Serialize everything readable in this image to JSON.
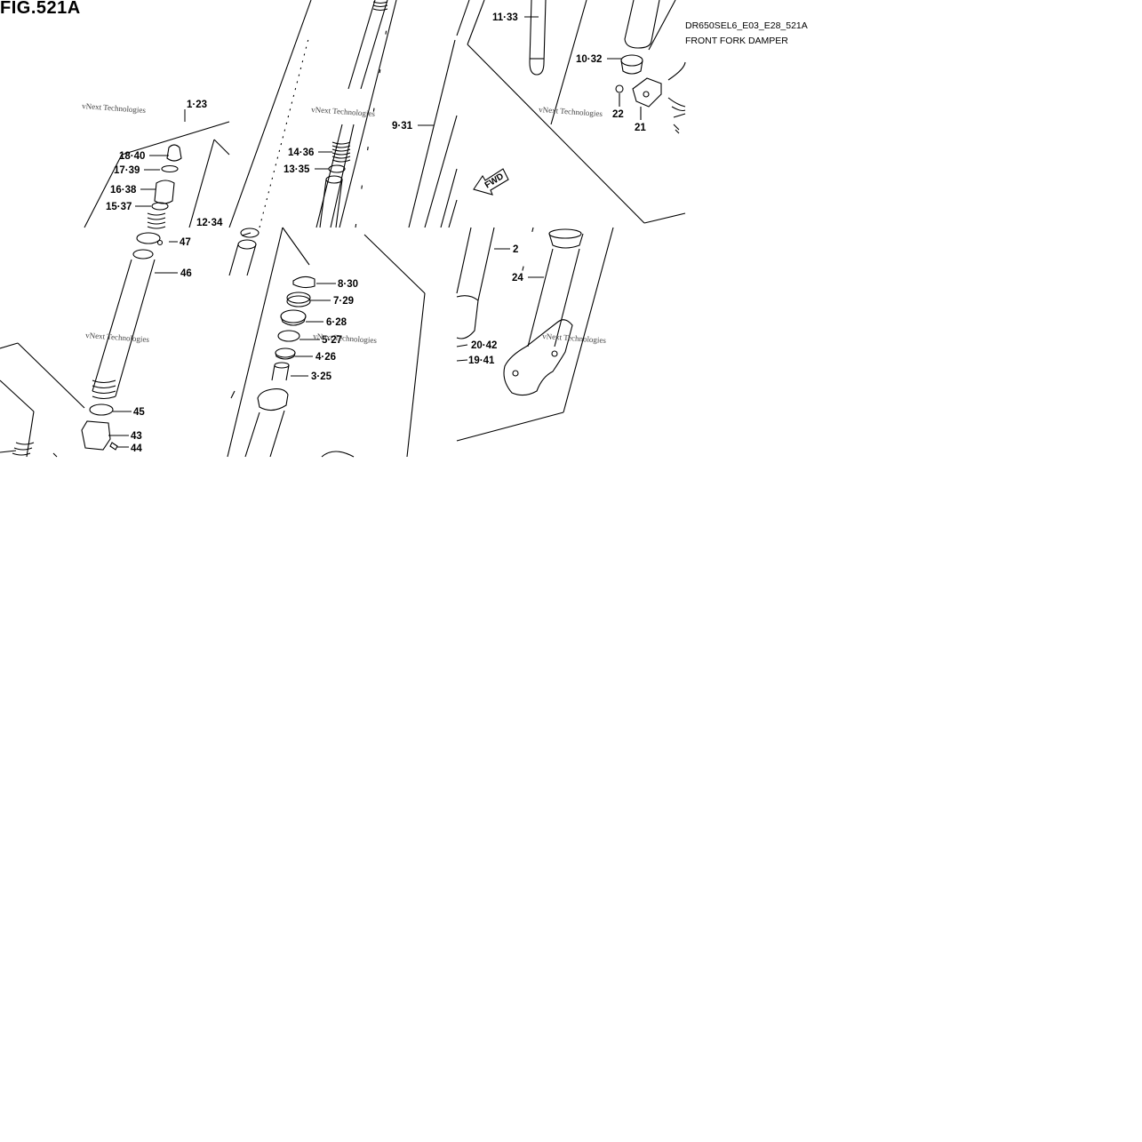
{
  "figure": {
    "title": "FIG.521A",
    "code": "DR650SEL6_E03_E28_521A",
    "description": "FRONT FORK DAMPER"
  },
  "watermark": "vNext Technologies",
  "fwd_label": "FWD",
  "callouts": [
    {
      "id": "c-1-23",
      "text": "1·23"
    },
    {
      "id": "c-18-40",
      "text": "18·40"
    },
    {
      "id": "c-17-39",
      "text": "17·39"
    },
    {
      "id": "c-16-38",
      "text": "16·38"
    },
    {
      "id": "c-15-37",
      "text": "15·37"
    },
    {
      "id": "c-12-34",
      "text": "12·34"
    },
    {
      "id": "c-47",
      "text": "47"
    },
    {
      "id": "c-46",
      "text": "46"
    },
    {
      "id": "c-45",
      "text": "45"
    },
    {
      "id": "c-43",
      "text": "43"
    },
    {
      "id": "c-44",
      "text": "44"
    },
    {
      "id": "c-14-36",
      "text": "14·36"
    },
    {
      "id": "c-13-35",
      "text": "13·35"
    },
    {
      "id": "c-9-31",
      "text": "9·31"
    },
    {
      "id": "c-11-33",
      "text": "11·33"
    },
    {
      "id": "c-10-32",
      "text": "10·32"
    },
    {
      "id": "c-22",
      "text": "22"
    },
    {
      "id": "c-21",
      "text": "21"
    },
    {
      "id": "c-8-30",
      "text": "8·30"
    },
    {
      "id": "c-7-29",
      "text": "7·29"
    },
    {
      "id": "c-6-28",
      "text": "6·28"
    },
    {
      "id": "c-5-27",
      "text": "5·27"
    },
    {
      "id": "c-4-26",
      "text": "4·26"
    },
    {
      "id": "c-3-25",
      "text": "3·25"
    },
    {
      "id": "c-2",
      "text": "2"
    },
    {
      "id": "c-24",
      "text": "24"
    },
    {
      "id": "c-20-42",
      "text": "20·42"
    },
    {
      "id": "c-19-41",
      "text": "19·41"
    }
  ]
}
